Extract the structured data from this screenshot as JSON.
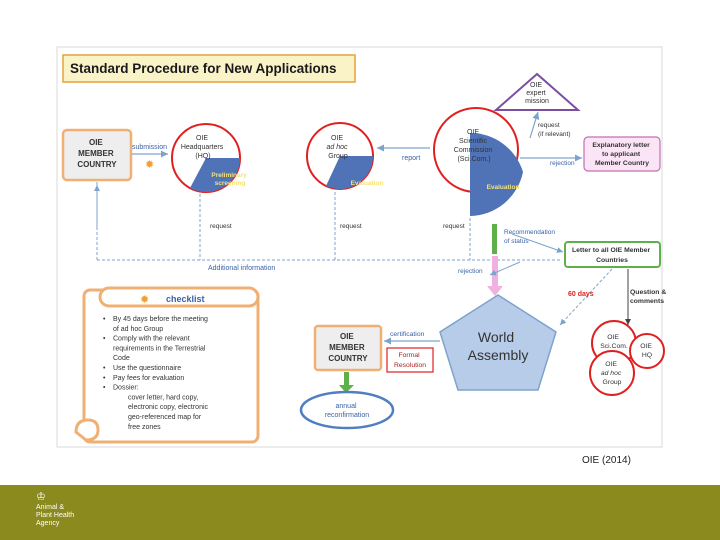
{
  "title": "Standard Procedure for New Applications",
  "expert": [
    "OIE",
    "expert",
    "mission"
  ],
  "member_country": [
    "OIE",
    "MEMBER",
    "COUNTRY"
  ],
  "hq": [
    "OIE",
    "Headquarters",
    "(HQ)"
  ],
  "prelim": [
    "Preliminary",
    "screening"
  ],
  "adhoc": [
    "OIE",
    "ad hoc",
    "Group"
  ],
  "adhoc_eval": "Evaluation",
  "scicom": [
    "OIE",
    "Scientific",
    "Commission",
    "(Sci.Com.)"
  ],
  "scicom_eval": "Evaluation",
  "explanatory": [
    "Explanatory letter",
    "to applicant",
    "Member Country"
  ],
  "letter_all": [
    "Letter to all OIE Member",
    "Countries"
  ],
  "arrows": {
    "submission": "submission",
    "report": "report",
    "request_relevant": [
      "request",
      "(if relevant)"
    ],
    "rejection1": "rejection",
    "request1": "request",
    "request2": "request",
    "request3": "request",
    "additional": "Additional information",
    "recommendation": [
      "Recommendation",
      "of status"
    ],
    "rejection2": "rejection",
    "sixty_days": "60 days",
    "question": [
      "Question &",
      "comments"
    ],
    "certification": "certification",
    "formal": [
      "Formal",
      "Resolution"
    ]
  },
  "checklist": {
    "title": "checklist",
    "items": [
      [
        "•",
        "By 45 days before the meeting"
      ],
      [
        "",
        "of ad hoc Group"
      ],
      [
        "•",
        "Comply with the relevant"
      ],
      [
        "",
        "requirements in the Terrestrial"
      ],
      [
        "",
        "Code"
      ],
      [
        "•",
        "Use the questionnaire"
      ],
      [
        "•",
        "Pay fees for evaluation"
      ],
      [
        "•",
        "Dossier:"
      ],
      [
        "",
        "cover letter, hard copy,"
      ],
      [
        "",
        "electronic copy, electronic"
      ],
      [
        "",
        "geo-referenced map for"
      ],
      [
        "",
        "free zones"
      ]
    ]
  },
  "member_country2": [
    "OIE",
    "MEMBER",
    "COUNTRY"
  ],
  "world_assembly": [
    "World",
    "Assembly"
  ],
  "annual": [
    "annual",
    "reconfirmation"
  ],
  "small_scicom": [
    "OIE",
    "Sci.Com."
  ],
  "small_hq": [
    "OIE",
    "HQ"
  ],
  "small_adhoc": [
    "OIE",
    "ad hoc",
    "Group"
  ],
  "credit": "OIE (2014)",
  "footer_logo": [
    "Animal &",
    "Plant Health",
    "Agency"
  ],
  "colors": {
    "footer": "#8a8a1f",
    "blue_box": "#4f7fbf",
    "orange_border": "#f0b074",
    "red_circle": "#e02020",
    "pie_blue": "#4f73b6",
    "pink": "#f0b0e0",
    "green": "#5db04a",
    "title_bg": "#fbf3c8"
  }
}
